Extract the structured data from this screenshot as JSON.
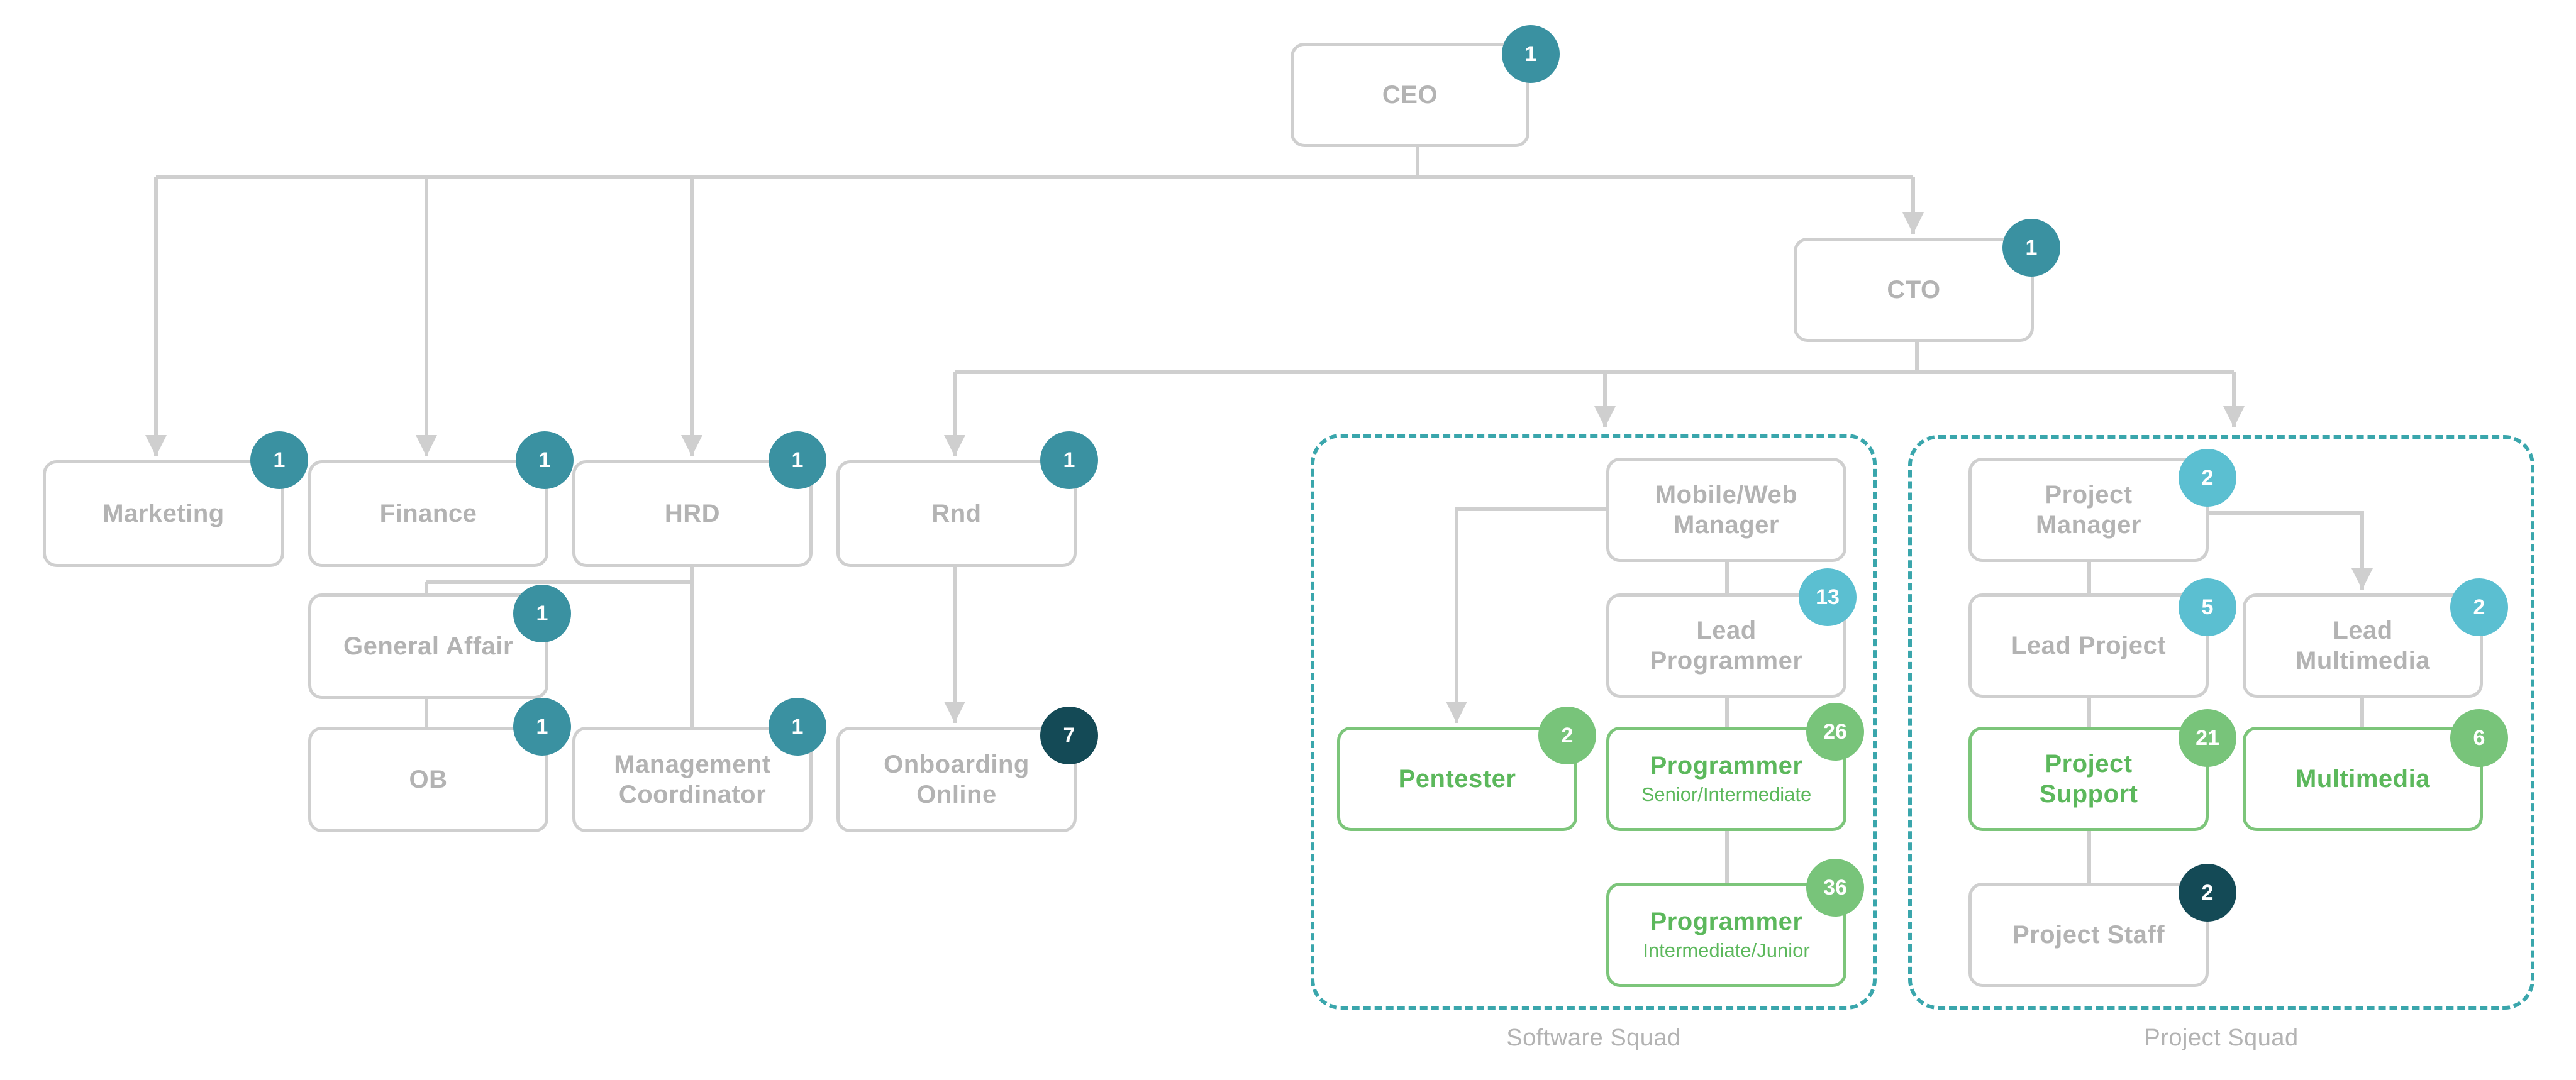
{
  "colors": {
    "line": "#cfcfcf",
    "node_border": "#cfcfcf",
    "node_text": "#b3b3b3",
    "green": "#7cc57a",
    "badge_dark_teal": "#3a91a1",
    "badge_light_teal": "#5bbfd1",
    "badge_green": "#78c47a",
    "badge_navy": "#144a56",
    "squad_border": "#3aa6ac"
  },
  "nodes": [
    {
      "id": "ceo",
      "label": "CEO",
      "sub": "",
      "count": "1",
      "badge": "badge_dark_teal",
      "style": "plain"
    },
    {
      "id": "cto",
      "label": "CTO",
      "sub": "",
      "count": "1",
      "badge": "badge_dark_teal",
      "style": "plain"
    },
    {
      "id": "marketing",
      "label": "Marketing",
      "sub": "",
      "count": "1",
      "badge": "badge_dark_teal",
      "style": "plain"
    },
    {
      "id": "finance",
      "label": "Finance",
      "sub": "",
      "count": "1",
      "badge": "badge_dark_teal",
      "style": "plain"
    },
    {
      "id": "hrd",
      "label": "HRD",
      "sub": "",
      "count": "1",
      "badge": "badge_dark_teal",
      "style": "plain"
    },
    {
      "id": "rnd",
      "label": "Rnd",
      "sub": "",
      "count": "1",
      "badge": "badge_dark_teal",
      "style": "plain"
    },
    {
      "id": "general-affair",
      "label": "General Affair",
      "sub": "",
      "count": "1",
      "badge": "badge_dark_teal",
      "style": "plain"
    },
    {
      "id": "ob",
      "label": "OB",
      "sub": "",
      "count": "1",
      "badge": "badge_dark_teal",
      "style": "plain"
    },
    {
      "id": "management-coordinator",
      "label": "Management\nCoordinator",
      "sub": "",
      "count": "1",
      "badge": "badge_dark_teal",
      "style": "plain"
    },
    {
      "id": "onboarding-online",
      "label": "Onboarding\nOnline",
      "sub": "",
      "count": "7",
      "badge": "badge_navy",
      "style": "plain"
    },
    {
      "id": "mobile-web-manager",
      "label": "Mobile/Web\nManager",
      "sub": "",
      "count": "",
      "badge": "",
      "style": "plain"
    },
    {
      "id": "lead-programmer",
      "label": "Lead\nProgrammer",
      "sub": "",
      "count": "13",
      "badge": "badge_light_teal",
      "style": "plain"
    },
    {
      "id": "pentester",
      "label": "Pentester",
      "sub": "",
      "count": "2",
      "badge": "badge_green",
      "style": "green"
    },
    {
      "id": "programmer-senior",
      "label": "Programmer",
      "sub": "Senior/Intermediate",
      "count": "26",
      "badge": "badge_green",
      "style": "green"
    },
    {
      "id": "programmer-junior",
      "label": "Programmer",
      "sub": "Intermediate/Junior",
      "count": "36",
      "badge": "badge_green",
      "style": "green"
    },
    {
      "id": "project-manager",
      "label": "Project\nManager",
      "sub": "",
      "count": "2",
      "badge": "badge_light_teal",
      "style": "plain"
    },
    {
      "id": "lead-project",
      "label": "Lead Project",
      "sub": "",
      "count": "5",
      "badge": "badge_light_teal",
      "style": "plain"
    },
    {
      "id": "lead-multimedia",
      "label": "Lead\nMultimedia",
      "sub": "",
      "count": "2",
      "badge": "badge_light_teal",
      "style": "plain"
    },
    {
      "id": "project-support",
      "label": "Project\nSupport",
      "sub": "",
      "count": "21",
      "badge": "badge_green",
      "style": "green"
    },
    {
      "id": "multimedia",
      "label": "Multimedia",
      "sub": "",
      "count": "6",
      "badge": "badge_green",
      "style": "green"
    },
    {
      "id": "project-staff",
      "label": "Project Staff",
      "sub": "",
      "count": "2",
      "badge": "badge_navy",
      "style": "plain"
    }
  ],
  "squads": [
    {
      "id": "software-squad",
      "label": "Software Squad"
    },
    {
      "id": "project-squad",
      "label": "Project Squad"
    }
  ]
}
